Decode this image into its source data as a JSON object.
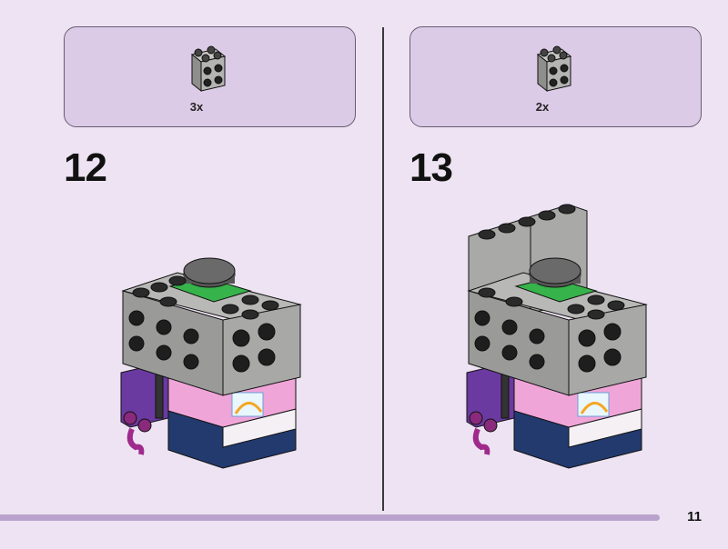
{
  "steps": [
    {
      "number": "12",
      "parts": {
        "count": "3x",
        "icon": "gray-2x2-brick-icon"
      }
    },
    {
      "number": "13",
      "parts": {
        "count": "2x",
        "icon": "gray-2x2-brick-icon"
      }
    }
  ],
  "page_number": "11",
  "colors": {
    "background": "#ede3f2",
    "parts_box": "#dccbe6",
    "brick_gray": "#a0a19f",
    "brick_dark_gray": "#4a4a4a",
    "green_plate": "#36b34a",
    "pink": "#f0a5d8",
    "purple": "#6b3aa0",
    "navy": "#223a6e",
    "magenta": "#a02a8c",
    "progress_bar": "#b9a3cc"
  }
}
